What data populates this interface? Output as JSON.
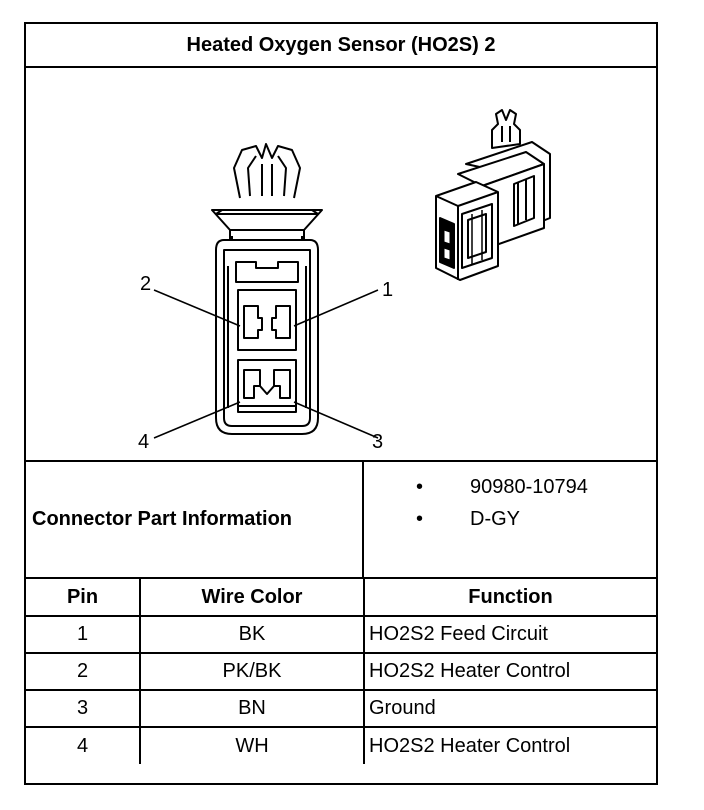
{
  "title": "Heated Oxygen Sensor (HO2S) 2",
  "diagram": {
    "pin_labels": [
      "1",
      "2",
      "3",
      "4"
    ]
  },
  "connector_info": {
    "label": "Connector Part Information",
    "items": [
      "90980-10794",
      "D-GY"
    ]
  },
  "pin_table": {
    "headers": [
      "Pin",
      "Wire Color",
      "Function"
    ],
    "rows": [
      {
        "pin": "1",
        "color": "BK",
        "function": "HO2S2 Feed Circuit"
      },
      {
        "pin": "2",
        "color": "PK/BK",
        "function": "HO2S2 Heater Control"
      },
      {
        "pin": "3",
        "color": "BN",
        "function": "Ground"
      },
      {
        "pin": "4",
        "color": "WH",
        "function": "HO2S2 Heater Control"
      }
    ]
  }
}
